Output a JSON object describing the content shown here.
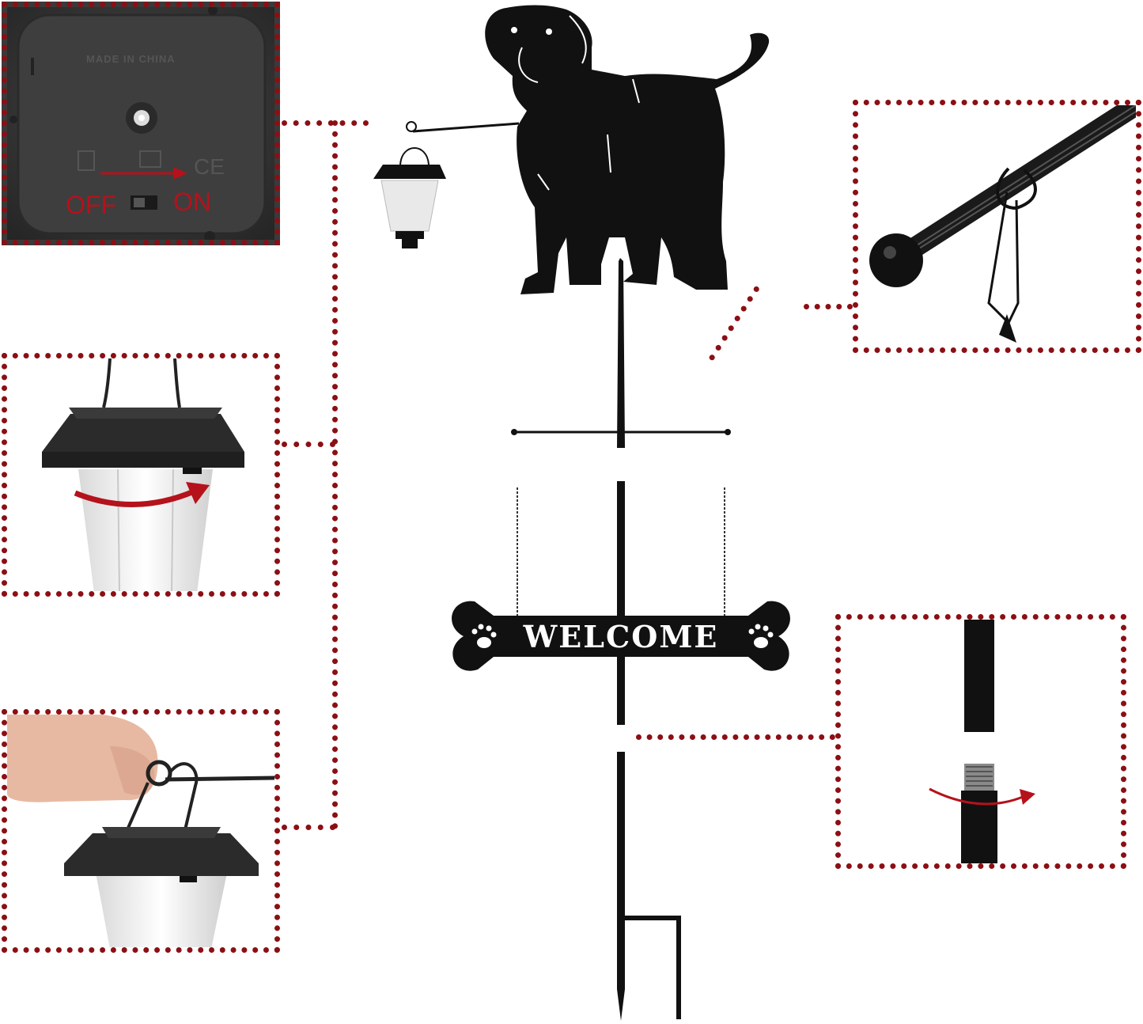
{
  "switch_panel": {
    "embossed": "MADE IN CHINA",
    "off_label": "OFF",
    "on_label": "ON",
    "ce_mark": "CE"
  },
  "sign": {
    "text": "WELCOME"
  },
  "icons": {
    "dog": "dog-silhouette-icon",
    "lantern": "solar-lantern-icon",
    "paw": "paw-print-icon",
    "arrow": "red-arrow-icon"
  },
  "colors": {
    "dotted_border": "#8b0f14",
    "arrow": "#b5121b",
    "metal": "#111111"
  }
}
